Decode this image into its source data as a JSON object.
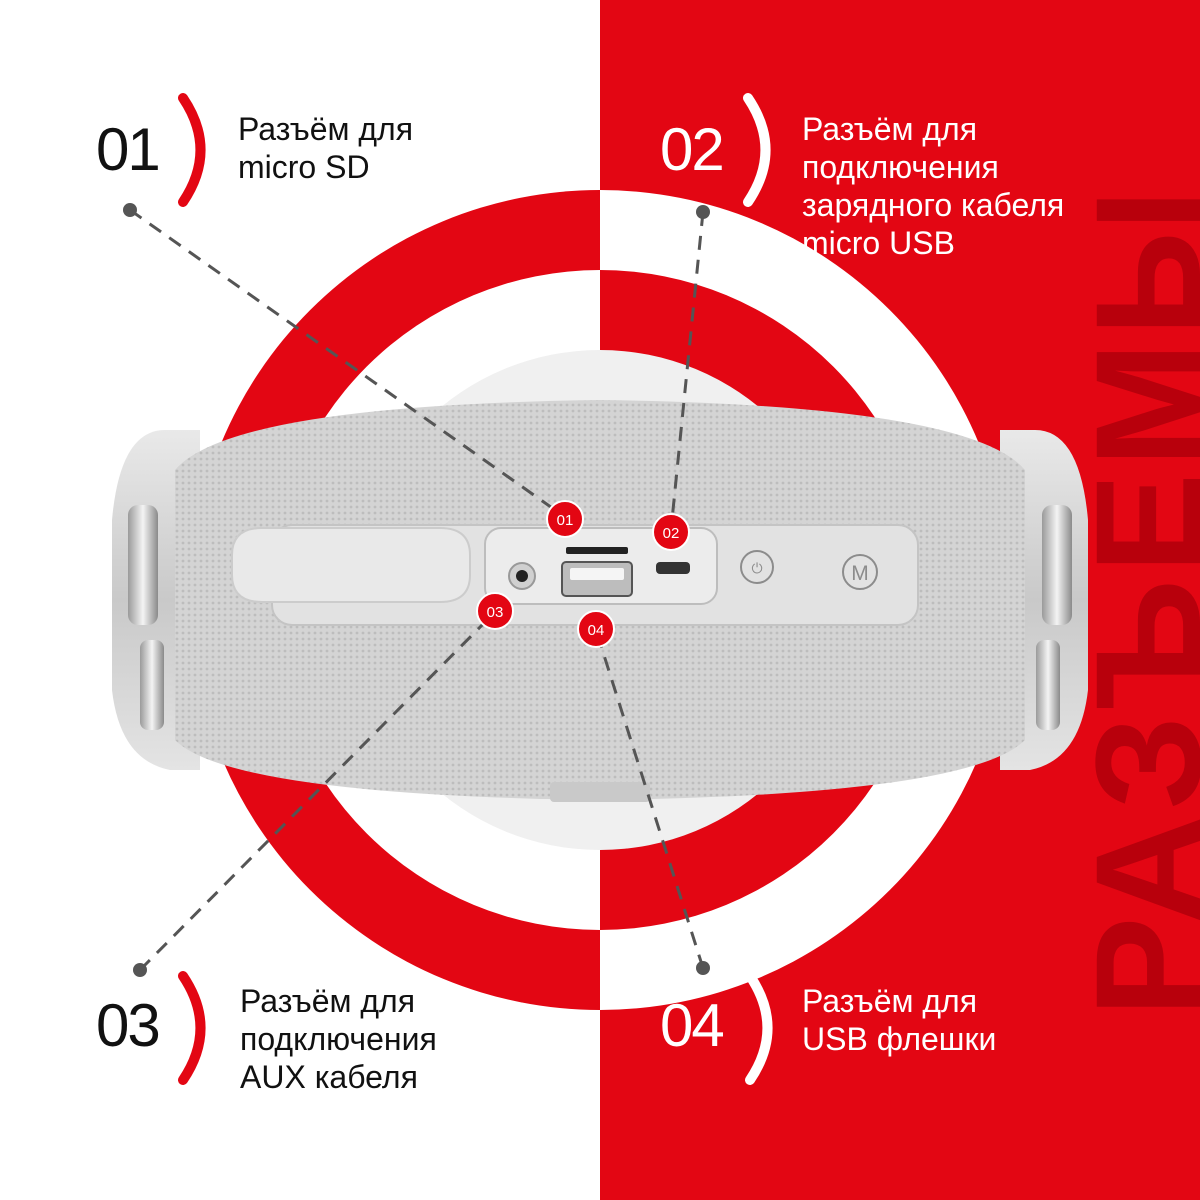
{
  "colors": {
    "accent": "#e30613",
    "white": "#ffffff",
    "text_dark": "#111111",
    "watermark": "#b8000c",
    "speaker_fabric": "#d9d9d9",
    "speaker_cap": "#cfcfcf",
    "panel": "#e6e6e6"
  },
  "vertical_word": "РАЗЪЕМЫ",
  "callouts": [
    {
      "number": "01",
      "lines": [
        "Разъём для",
        "micro SD"
      ]
    },
    {
      "number": "02",
      "lines": [
        "Разъём для",
        "подключения",
        "зарядного кабеля",
        "micro USB"
      ]
    },
    {
      "number": "03",
      "lines": [
        "Разъём для",
        "подключения",
        "AUX кабеля"
      ]
    },
    {
      "number": "04",
      "lines": [
        "Разъём для",
        "USB флешки"
      ]
    }
  ],
  "badges": [
    "01",
    "02",
    "03",
    "04"
  ],
  "product": {
    "buttons": [
      {
        "icon": "power-play-pause-icon"
      },
      {
        "icon": "mode-m-icon",
        "label": "M"
      }
    ]
  }
}
